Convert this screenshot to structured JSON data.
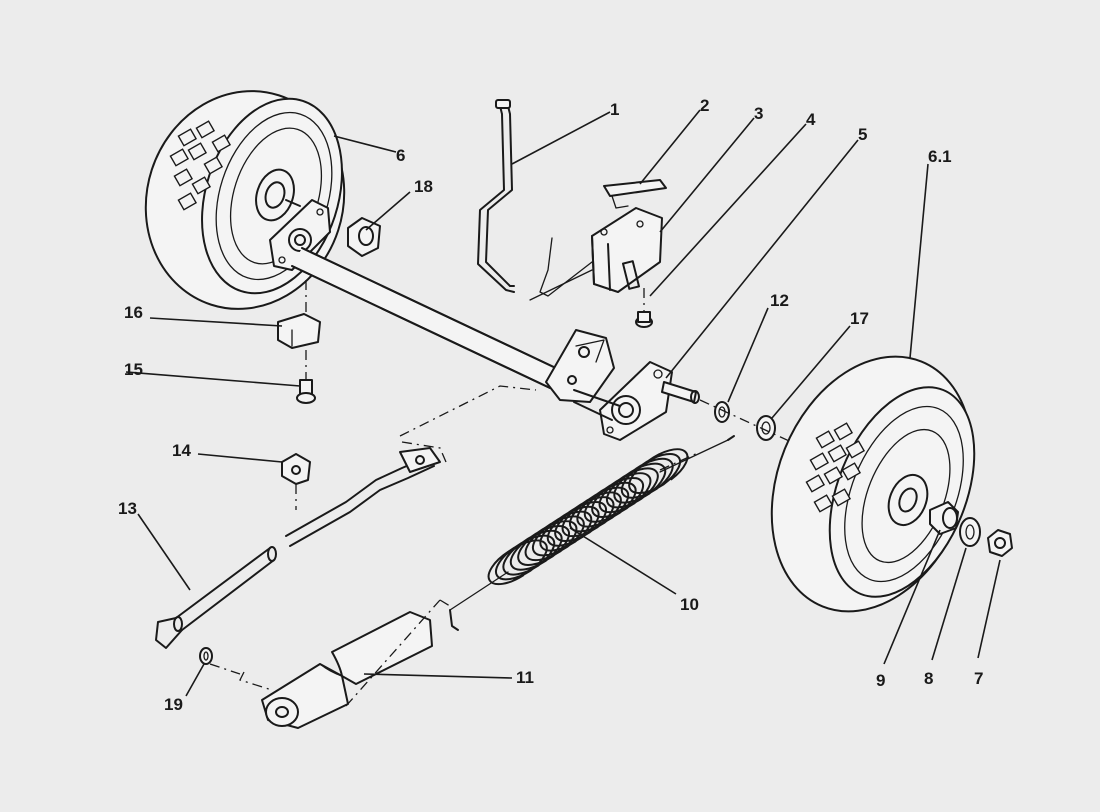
{
  "labels": [
    {
      "id": "1",
      "text": "1"
    },
    {
      "id": "2",
      "text": "2"
    },
    {
      "id": "3",
      "text": "3"
    },
    {
      "id": "4",
      "text": "4"
    },
    {
      "id": "5",
      "text": "5"
    },
    {
      "id": "6",
      "text": "6"
    },
    {
      "id": "6_1",
      "text": "6.1"
    },
    {
      "id": "7",
      "text": "7"
    },
    {
      "id": "8",
      "text": "8"
    },
    {
      "id": "9",
      "text": "9"
    },
    {
      "id": "10",
      "text": "10"
    },
    {
      "id": "11",
      "text": "11"
    },
    {
      "id": "12",
      "text": "12"
    },
    {
      "id": "13",
      "text": "13"
    },
    {
      "id": "14",
      "text": "14"
    },
    {
      "id": "15",
      "text": "15"
    },
    {
      "id": "16",
      "text": "16"
    },
    {
      "id": "17",
      "text": "17"
    },
    {
      "id": "18",
      "text": "18"
    },
    {
      "id": "19",
      "text": "19"
    }
  ],
  "colors": {
    "paper": "#ececec",
    "ink": "#1a1a1a"
  }
}
